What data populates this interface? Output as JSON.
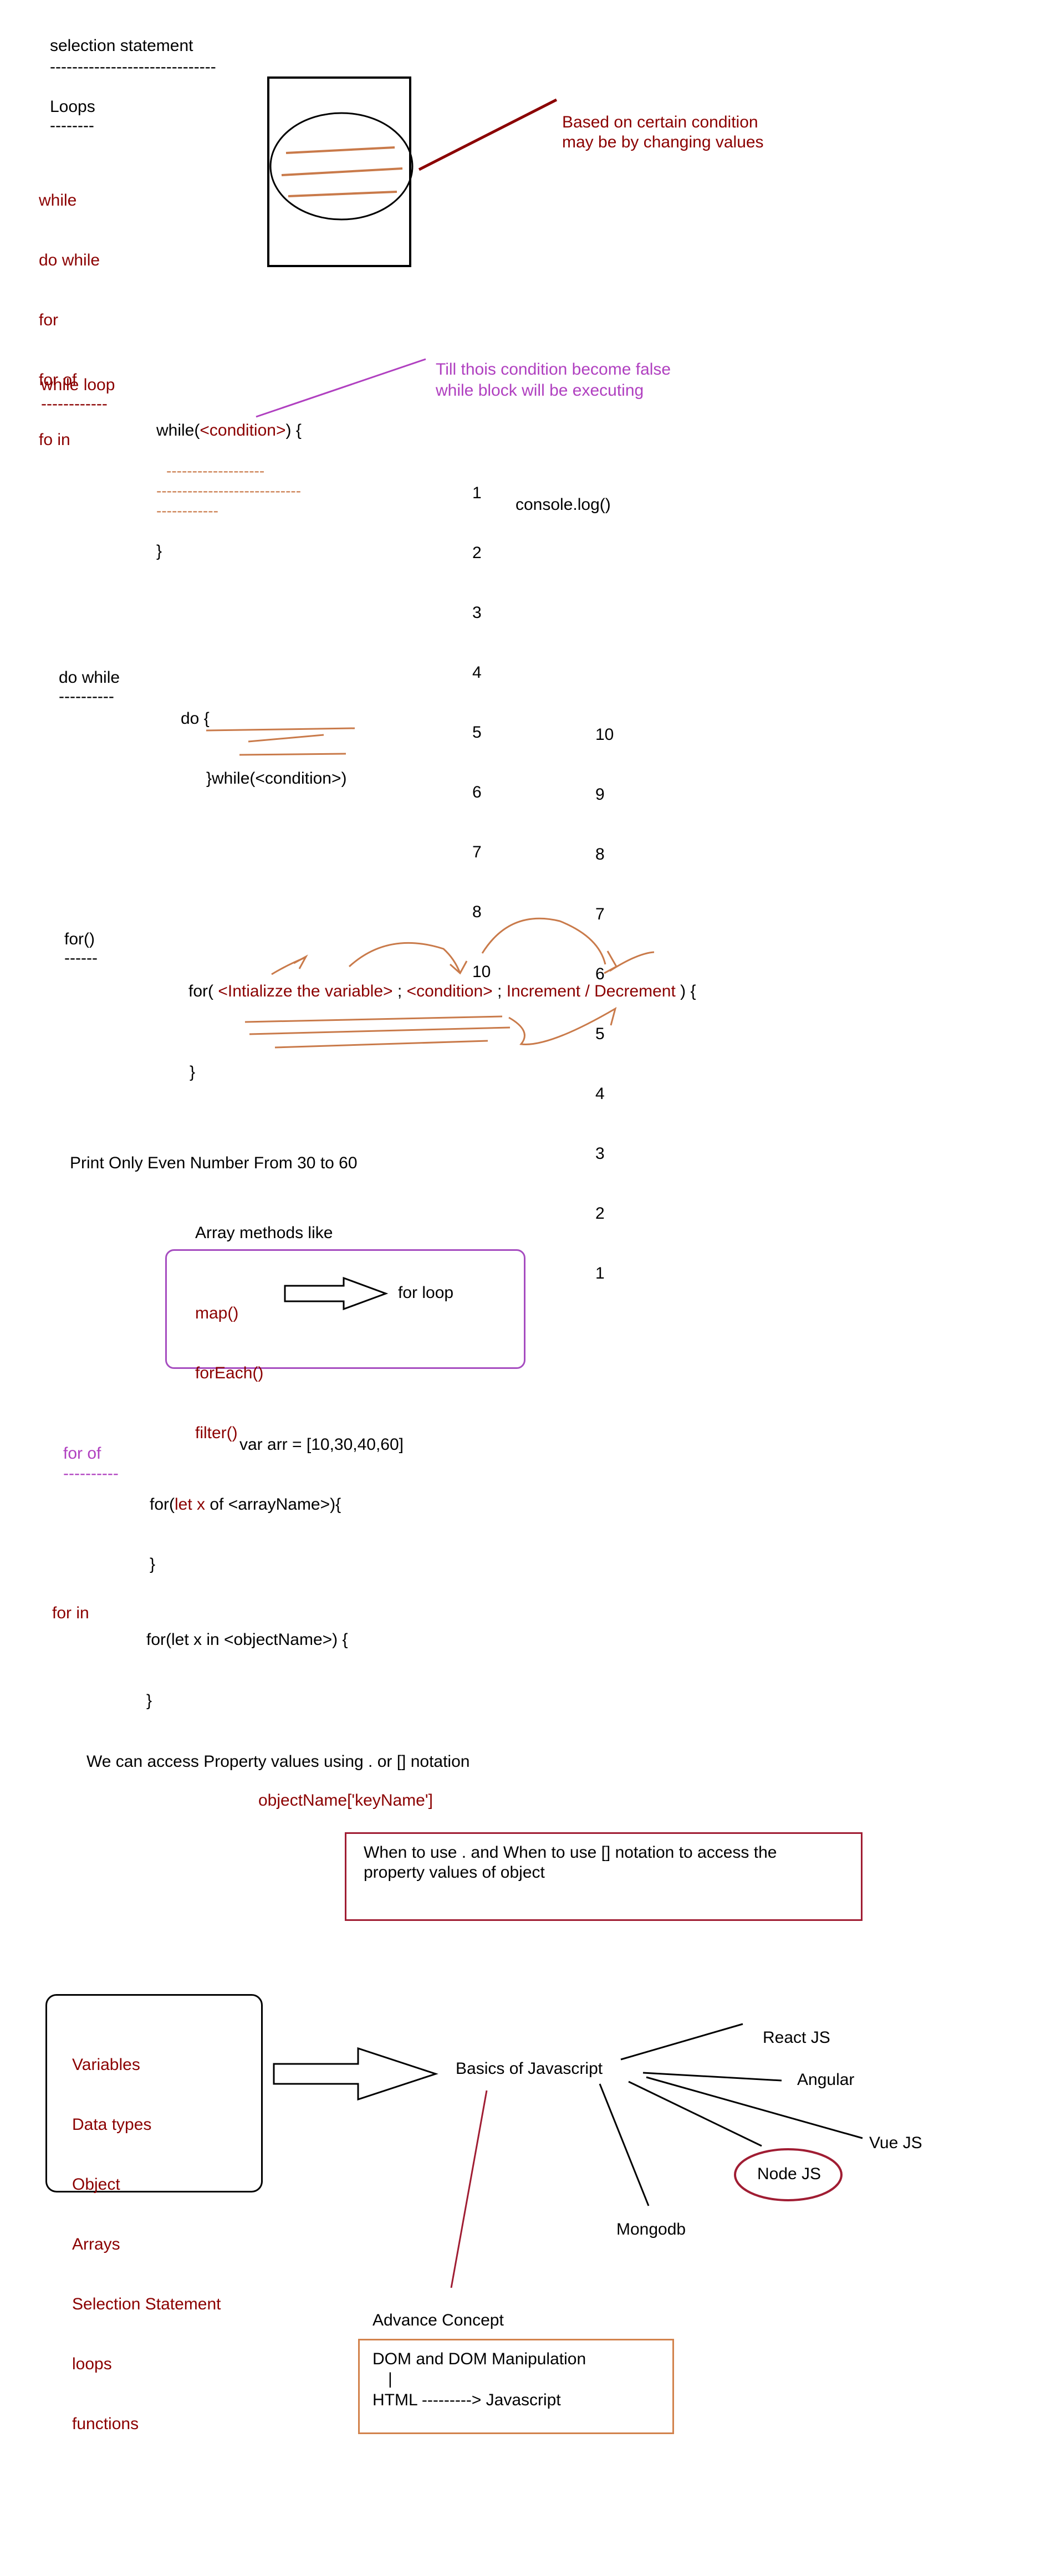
{
  "selection": {
    "title": "selection statement",
    "title_rule": "------------------------------",
    "loops_heading": "Loops",
    "loops_rule": "--------",
    "loop_types": [
      "while",
      "do while",
      "for",
      "for of",
      "fo in"
    ],
    "note_line1": "Based on certain condition",
    "note_line2": "may be by changing values"
  },
  "while_section": {
    "heading": "while loop",
    "rule": "------------",
    "note_line1": "Till thois condition become false",
    "note_line2": "while block will be executing",
    "code_open_pre": "while(",
    "code_condition": "<condition>",
    "code_open_post": ") {",
    "dash1": "-------------------",
    "dash2": "----------------------------",
    "dash3": "------------",
    "code_close": "}",
    "numbers": [
      "1",
      "2",
      "3",
      "4",
      "5",
      "6",
      "7",
      "8",
      "10"
    ],
    "console": "console.log()"
  },
  "do_while_section": {
    "heading": "do while",
    "rule": "----------",
    "code_open": "do {",
    "code_close": "}while(<condition>)",
    "numbers": [
      "10",
      "9",
      "8",
      "7",
      "6",
      "5",
      "4",
      "3",
      "2",
      "1"
    ]
  },
  "for_section": {
    "heading": "for()",
    "rule": "------",
    "code_prefix": "for( ",
    "init": "<Intializze the variable>",
    "sep1": " ; ",
    "condition": "<condition>",
    "sep2": " ; ",
    "increment": "Increment / Decrement",
    "code_suffix": " ) {",
    "code_close": "}"
  },
  "print_even": "Print Only Even Number From 30 to 60",
  "array_methods": {
    "title": "Array methods like",
    "methods": [
      "map()",
      "forEach()",
      "filter()"
    ],
    "arrow_target": "for loop"
  },
  "for_of_section": {
    "heading": "for of",
    "rule": "----------",
    "var_decl": "var arr = [10,30,40,60]",
    "code_open_pre": "for(",
    "code_let_x": "let x",
    "code_open_post": " of <arrayName>){",
    "code_close": "}"
  },
  "for_in_section": {
    "heading": "for in",
    "code_open": "for(let x in <objectName>) {",
    "code_close": "}"
  },
  "property_access": {
    "line": "We can access Property values using . or [] notation",
    "example": "objectName['keyName']",
    "question_line1": "When to use . and When to use [] notation to access the",
    "question_line2": "property values of object"
  },
  "basics": {
    "topics": [
      "Variables",
      "Data types",
      "Object",
      "Arrays",
      "Selection Statement",
      "loops",
      "functions"
    ],
    "center": "Basics of Javascript",
    "branches": [
      "React JS",
      "Angular",
      "Vue JS",
      "Node JS",
      "Mongodb"
    ]
  },
  "advance": {
    "title": "Advance Concept",
    "line1": "DOM and DOM Manipulation",
    "pipe": "|",
    "line2": "HTML ---------> Javascript"
  },
  "colors": {
    "dark_red": "#8b0000",
    "purple": "#b040c0",
    "orange_stroke": "#c97a4a",
    "box_red": "#a01d33",
    "box_purple": "#a64dc0",
    "box_orange": "#d2824c"
  }
}
